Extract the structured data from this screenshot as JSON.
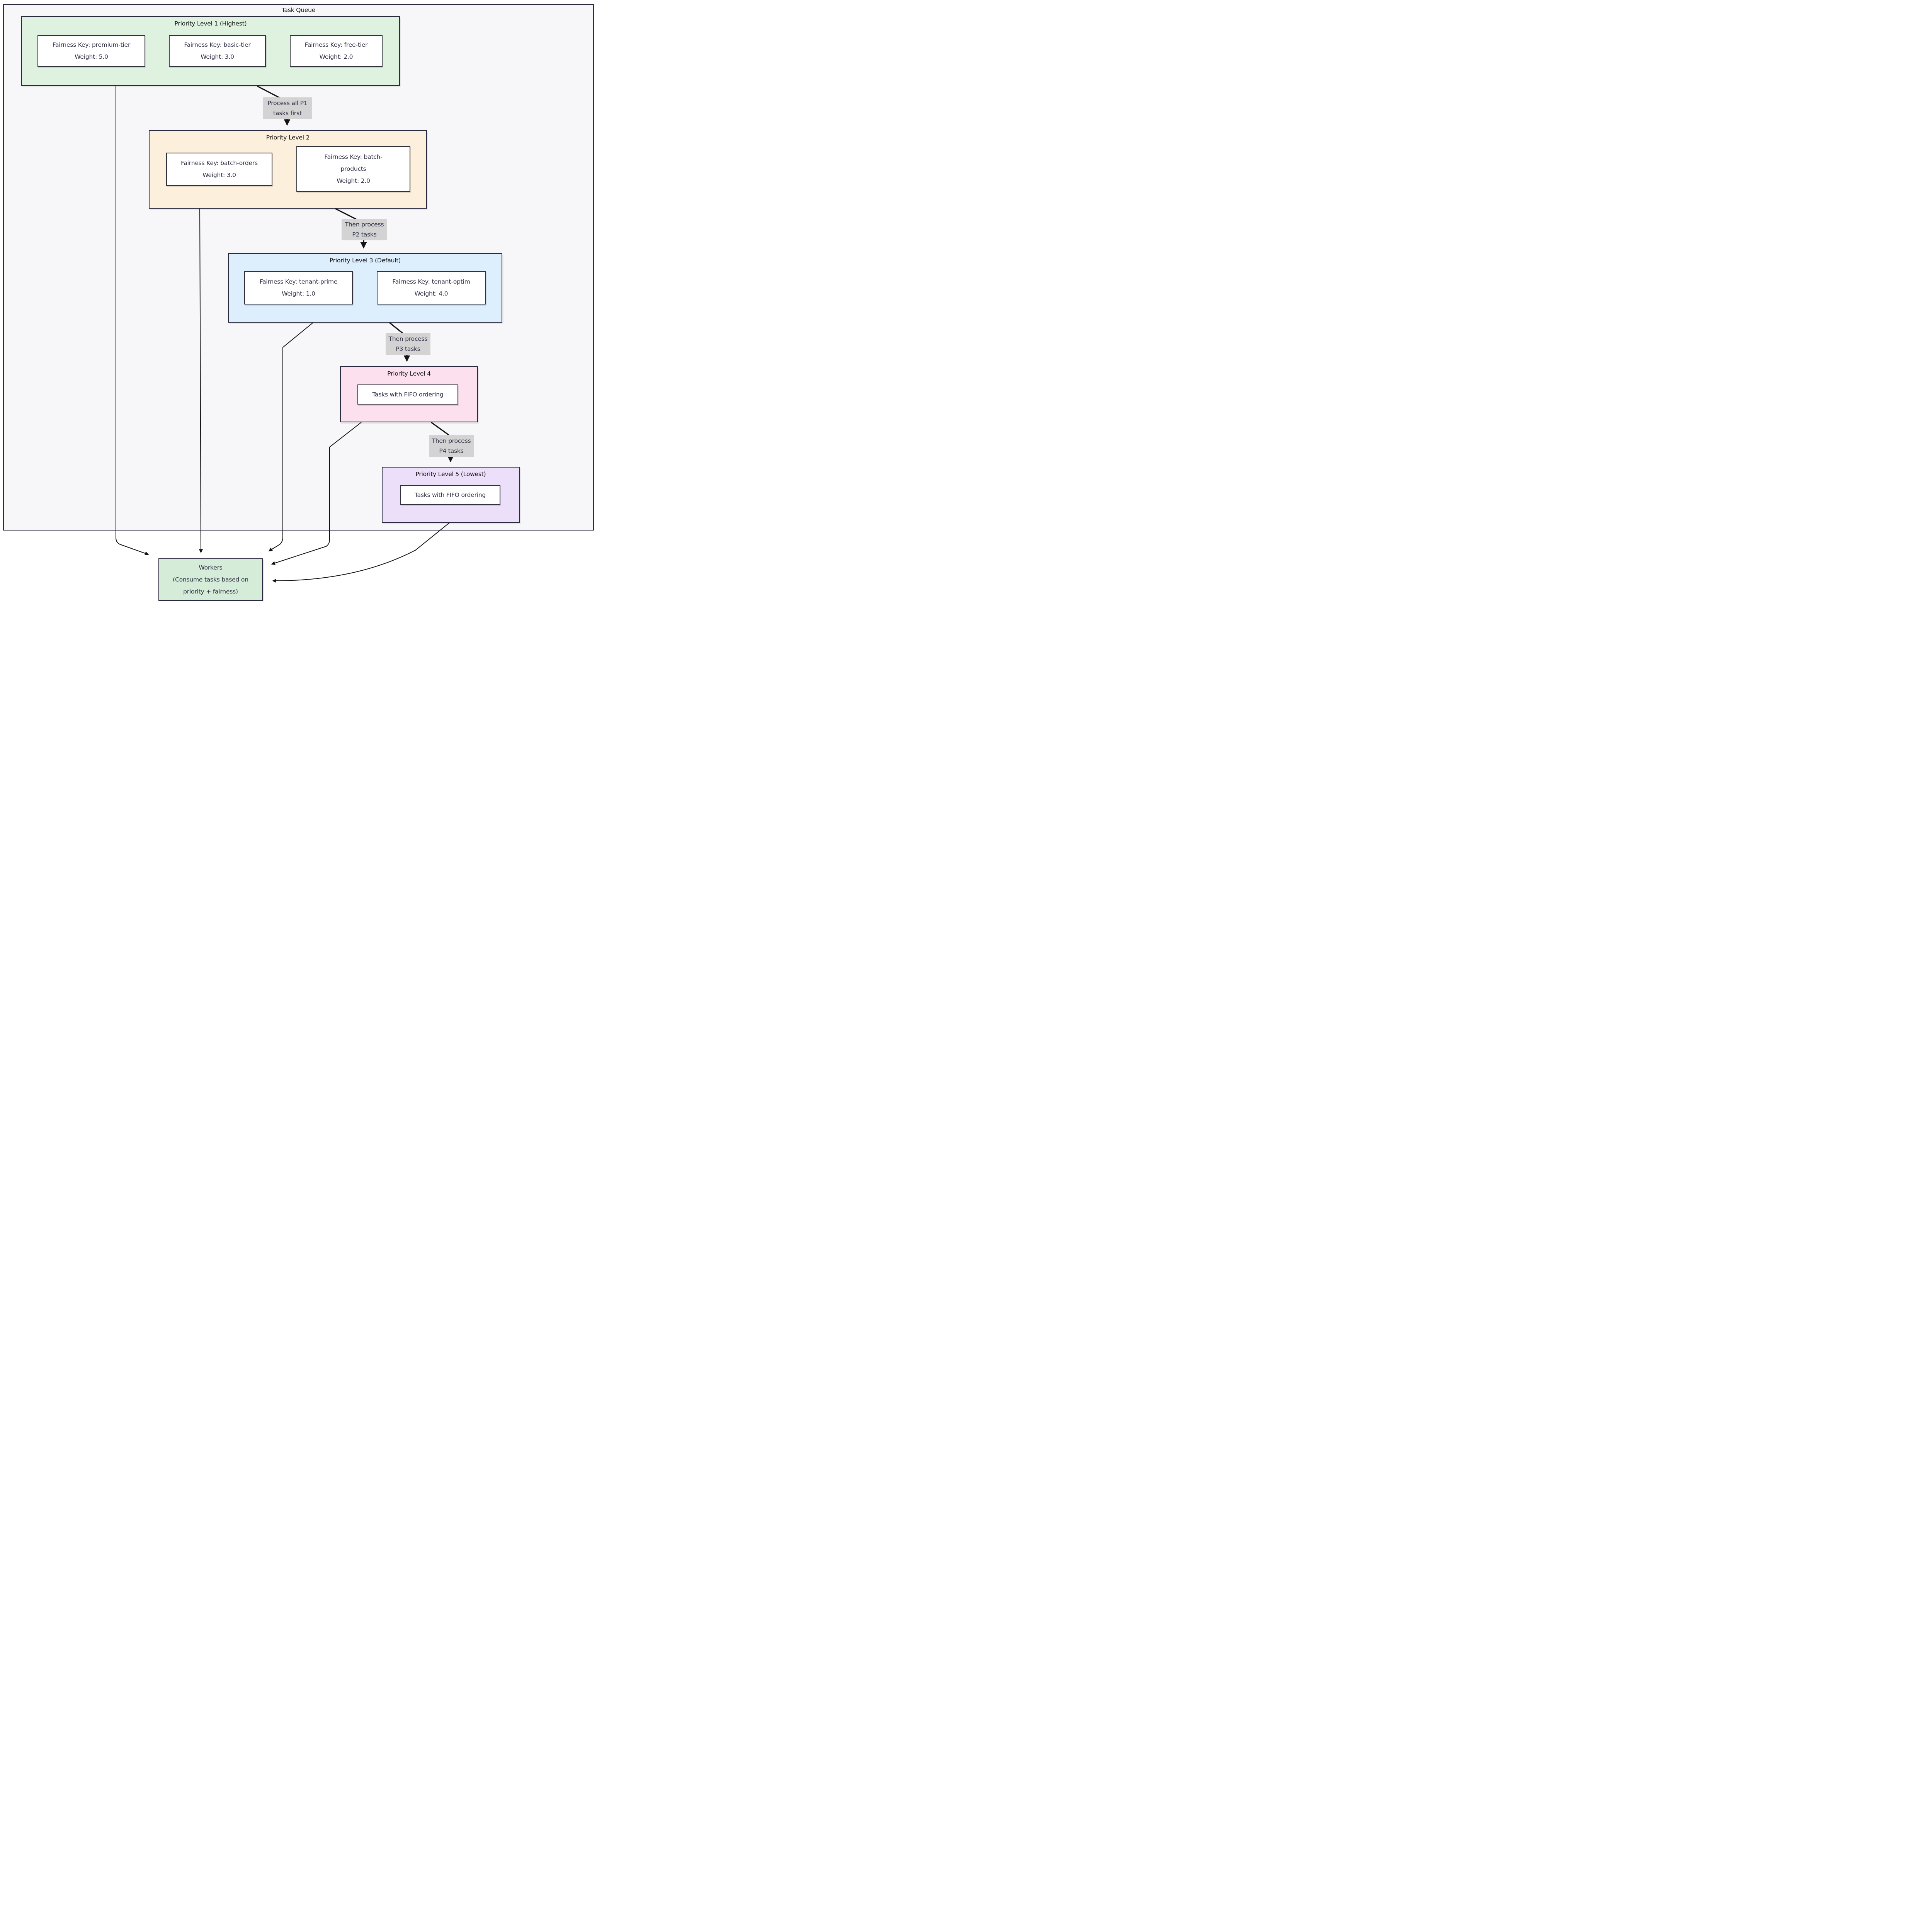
{
  "diagram": {
    "container_title": "Task Queue",
    "subgraphs": [
      {
        "id": "p1",
        "title": "Priority Level 1 (Highest)",
        "nodes": [
          {
            "lines": [
              "Fairness Key: premium-tier",
              "Weight: 5.0"
            ]
          },
          {
            "lines": [
              "Fairness Key: basic-tier",
              "Weight: 3.0"
            ]
          },
          {
            "lines": [
              "Fairness Key: free-tier",
              "Weight: 2.0"
            ]
          }
        ]
      },
      {
        "id": "p2",
        "title": "Priority Level 2",
        "nodes": [
          {
            "lines": [
              "Fairness Key: batch-orders",
              "Weight: 3.0"
            ]
          },
          {
            "lines": [
              "Fairness Key: batch-",
              "products",
              "Weight: 2.0"
            ]
          }
        ]
      },
      {
        "id": "p3",
        "title": "Priority Level 3 (Default)",
        "nodes": [
          {
            "lines": [
              "Fairness Key: tenant-prime",
              "Weight: 1.0"
            ]
          },
          {
            "lines": [
              "Fairness Key: tenant-optim",
              "Weight: 4.0"
            ]
          }
        ]
      },
      {
        "id": "p4",
        "title": "Priority Level 4",
        "nodes": [
          {
            "lines": [
              "Tasks with FIFO ordering"
            ]
          }
        ]
      },
      {
        "id": "p5",
        "title": "Priority Level 5 (Lowest)",
        "nodes": [
          {
            "lines": [
              "Tasks with FIFO ordering"
            ]
          }
        ]
      }
    ],
    "edge_labels": [
      {
        "lines": [
          "Process all P1",
          "tasks first"
        ]
      },
      {
        "lines": [
          "Then process",
          "P2 tasks"
        ]
      },
      {
        "lines": [
          "Then process",
          "P3 tasks"
        ]
      },
      {
        "lines": [
          "Then process",
          "P4 tasks"
        ]
      }
    ],
    "workers": {
      "lines": [
        "Workers",
        "(Consume tasks based on",
        "priority + fairness)"
      ]
    }
  },
  "colors": {
    "page_bg": "#ffffff",
    "container_bg": "#f7f7fa",
    "container_border": "#2b2b40",
    "node_border": "#32323e",
    "node_bg": "#ffffff",
    "p1_bg": "#dff2e0",
    "p2_bg": "#fcf0dc",
    "p3_bg": "#ddeefc",
    "p4_bg": "#fce0ee",
    "p5_bg": "#ecdff9",
    "workers_bg": "#d5ecd9",
    "edge_label_bg": "#d3d3d3",
    "text": "#2e2e44",
    "arrow": "#141414"
  }
}
